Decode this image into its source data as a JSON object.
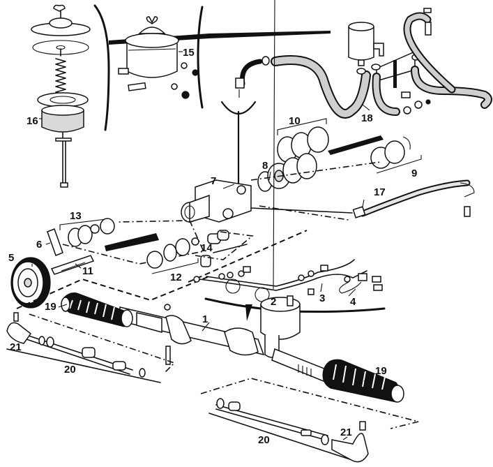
{
  "diagram": {
    "subject": "Power steering rack exploded view",
    "callouts": [
      {
        "id": "1",
        "label": "1"
      },
      {
        "id": "2",
        "label": "2"
      },
      {
        "id": "3",
        "label": "3"
      },
      {
        "id": "4",
        "label": "4"
      },
      {
        "id": "5",
        "label": "5"
      },
      {
        "id": "6",
        "label": "6"
      },
      {
        "id": "7",
        "label": "7"
      },
      {
        "id": "8",
        "label": "8"
      },
      {
        "id": "9",
        "label": "9"
      },
      {
        "id": "10",
        "label": "10"
      },
      {
        "id": "11",
        "label": "11"
      },
      {
        "id": "12",
        "label": "12"
      },
      {
        "id": "13",
        "label": "13"
      },
      {
        "id": "14",
        "label": "14"
      },
      {
        "id": "15",
        "label": "15"
      },
      {
        "id": "16",
        "label": "16"
      },
      {
        "id": "17",
        "label": "17"
      },
      {
        "id": "18",
        "label": "18"
      },
      {
        "id": "19a",
        "label": "19"
      },
      {
        "id": "19b",
        "label": "19"
      },
      {
        "id": "20a",
        "label": "20"
      },
      {
        "id": "20b",
        "label": "20"
      },
      {
        "id": "21a",
        "label": "21"
      },
      {
        "id": "21b",
        "label": "21"
      }
    ],
    "parts": [
      {
        "name": "steering-rack-housing",
        "callout": "1"
      },
      {
        "name": "hydraulic-pipe",
        "callout": "2"
      },
      {
        "name": "hydraulic-pipe",
        "callout": "3"
      },
      {
        "name": "hydraulic-pipe-union",
        "callout": "4"
      },
      {
        "name": "pump-pulley",
        "callout": "5"
      },
      {
        "name": "pulley-key",
        "callout": "6"
      },
      {
        "name": "pump-body",
        "callout": "7"
      },
      {
        "name": "pump-rotor-assembly",
        "callout": "8"
      },
      {
        "name": "rear-cover-seal-kit",
        "callout": "9"
      },
      {
        "name": "cam-ring-seal-kit",
        "callout": "10"
      },
      {
        "name": "drive-shaft",
        "callout": "11"
      },
      {
        "name": "bearing-kit",
        "callout": "12"
      },
      {
        "name": "shaft-seal-kit",
        "callout": "13"
      },
      {
        "name": "flow-control-valve",
        "callout": "14"
      },
      {
        "name": "fluid-reservoir",
        "callout": "15"
      },
      {
        "name": "reservoir-filter-assembly",
        "callout": "16"
      },
      {
        "name": "high-pressure-hose",
        "callout": "17"
      },
      {
        "name": "return-hoses",
        "callout": "18"
      },
      {
        "name": "rack-gaiter",
        "callout": "19"
      },
      {
        "name": "track-rod",
        "callout": "20"
      },
      {
        "name": "track-rod-end",
        "callout": "21"
      }
    ]
  }
}
